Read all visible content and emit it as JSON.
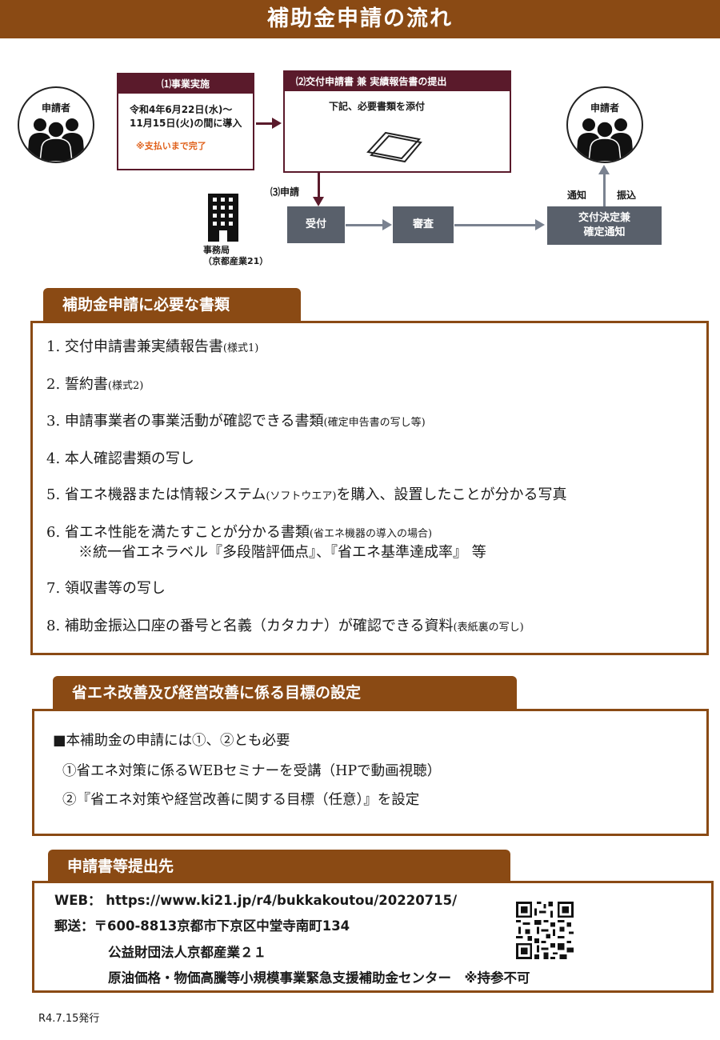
{
  "header": {
    "title": "補助金申請の流れ"
  },
  "flow": {
    "applicant_left": "申請者",
    "applicant_right": "申請者",
    "step1": {
      "title": "⑴事業実施",
      "line1": "令和4年6月22日(水)～",
      "line2": "11月15日(火)の間に導入",
      "note": "※支払いまで完了"
    },
    "step2": {
      "title": "⑵交付申請書 兼 実績報告書の提出",
      "body": "下記、必要書類を添付"
    },
    "step3_label": "⑶申請",
    "office_line1": "事務局",
    "office_line2": "（京都産業21）",
    "receipt": "受付",
    "review": "審査",
    "decision_line1": "交付決定兼",
    "decision_line2": "確定通知",
    "notice": "通知",
    "transfer": "振込"
  },
  "documents": {
    "heading": "補助金申請に必要な書類",
    "items": [
      {
        "main": "1. 交付申請書兼実績報告書",
        "small": "(様式1)",
        "after": ""
      },
      {
        "main": "2. 誓約書",
        "small": "(様式2)",
        "after": ""
      },
      {
        "main": "3. 申請事業者の事業活動が確認できる書類",
        "small": "(確定申告書の写し等)",
        "after": ""
      },
      {
        "main": "4. 本人確認書類の写し",
        "small": "",
        "after": ""
      },
      {
        "main": "5. 省エネ機器または情報システム",
        "small": "(ソフトウエア)",
        "after": "を購入、設置したことが分かる写真"
      },
      {
        "main": "6. 省エネ性能を満たすことが分かる書類",
        "small": "(省エネ機器の導入の場合)",
        "after": ""
      },
      {
        "main": "※統一省エネラベル『多段階評価点』、『省エネ基準達成率』 等",
        "small": "",
        "after": ""
      },
      {
        "main": "7. 領収書等の写し",
        "small": "",
        "after": ""
      },
      {
        "main": "8. 補助金振込口座の番号と名義（カタカナ）が確認できる資料",
        "small": "(表紙裏の写し)",
        "after": ""
      }
    ]
  },
  "goals": {
    "heading": "省エネ改善及び経営改善に係る目標の設定",
    "line1": "■本補助金の申請には①、②とも必要",
    "line2": "①省エネ対策に係るWEBセミナーを受講（HPで動画視聴）",
    "line3": "②『省エネ対策や経営改善に関する目標（任意）』を設定"
  },
  "submission": {
    "heading": "申請書等提出先",
    "web": "WEB： https://www.ki21.jp/r4/bukkakoutou/20220715/",
    "mail": "郵送：〒600-8813京都市下京区中堂寺南町134",
    "org": "公益財団法人京都産業２１",
    "center": "原油価格・物価高騰等小規模事業緊急支援補助金センター　※持参不可"
  },
  "footer": {
    "issued": "R4.7.15発行"
  },
  "colors": {
    "brown": "#8a4a14",
    "maroon": "#5a1a2b",
    "slate": "#59606b",
    "orange": "#e0601a"
  }
}
